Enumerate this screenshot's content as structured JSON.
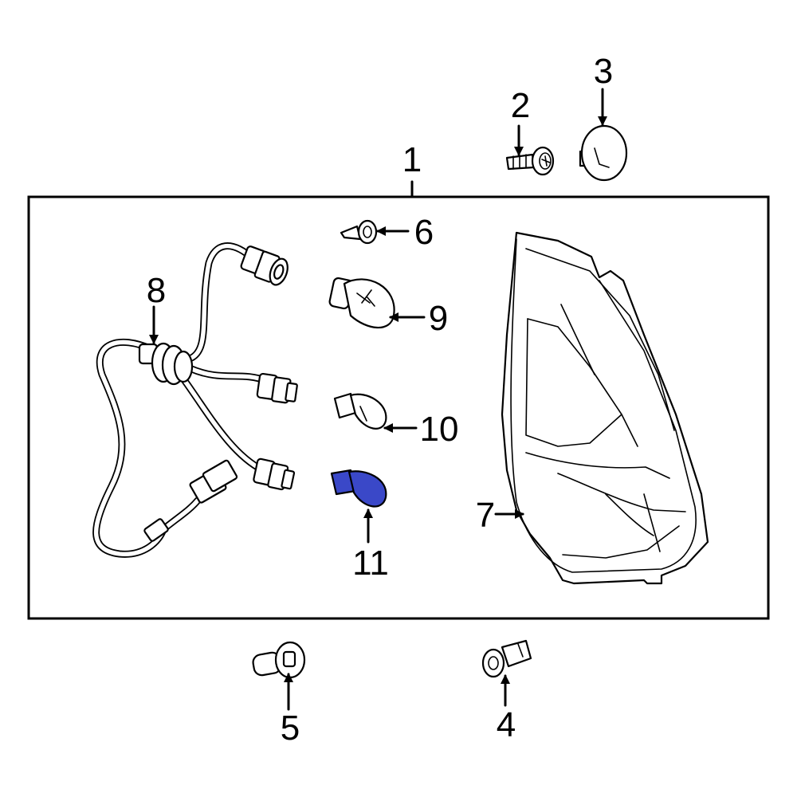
{
  "diagram": {
    "highlight_color": "#3a48c8",
    "highlighted_part": "11",
    "callouts": {
      "p1": "1",
      "p2": "2",
      "p3": "3",
      "p4": "4",
      "p5": "5",
      "p6": "6",
      "p7": "7",
      "p8": "8",
      "p9": "9",
      "p10": "10",
      "p11": "11"
    }
  }
}
